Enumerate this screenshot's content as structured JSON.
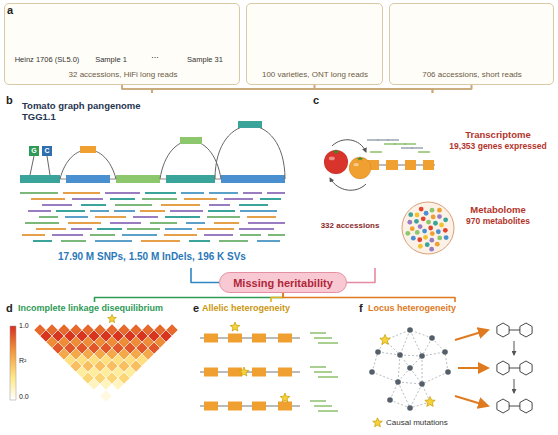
{
  "diagram": {
    "nodes": [
      {
        "text": [
          "Heinz 1706 (SL5.0)",
          "Sample 1",
          "...",
          "Sample 31",
          "32 accessions, HiFi long reads"
        ]
      },
      {
        "text": [
          "100 varieties, ONT long reads"
        ]
      },
      {
        "text": [
          "706 accessions, short reads"
        ]
      },
      {
        "text": [
          "Tomato graph pangenome TGG1.1",
          "17.90 M SNPs, 1.50 M InDels, 196 K SVs"
        ]
      },
      {
        "text": [
          "332 accessions",
          "Transcriptome",
          "19,353 genes expressed",
          "Metabolome",
          "970 metabolites"
        ]
      },
      {
        "text": [
          "Missing heritability"
        ]
      },
      {
        "text": [
          "Incomplete linkage disequilibrium"
        ]
      },
      {
        "text": [
          "Allelic heterogeneity"
        ]
      },
      {
        "text": [
          "Locus heterogeneity"
        ]
      }
    ],
    "edges": [
      {
        "from": 0,
        "to": 3,
        "arrow": "none"
      },
      {
        "from": 1,
        "to": 3,
        "arrow": "none"
      },
      {
        "from": 2,
        "to": 3,
        "arrow": "none"
      },
      {
        "from": 0,
        "to": 4,
        "arrow": "none"
      },
      {
        "from": 1,
        "to": 4,
        "arrow": "none"
      },
      {
        "from": 2,
        "to": 4,
        "arrow": "none"
      },
      {
        "from": 3,
        "to": 5,
        "arrow": "none"
      },
      {
        "from": 4,
        "to": 5,
        "arrow": "none"
      },
      {
        "from": 5,
        "to": 6,
        "arrow": "none"
      },
      {
        "from": 5,
        "to": 7,
        "arrow": "none"
      },
      {
        "from": 5,
        "to": 8,
        "arrow": "none"
      }
    ],
    "labels": [
      "a",
      "b",
      "c",
      "d",
      "e",
      "f",
      "G",
      "C",
      "1.0",
      "R²",
      "0.0"
    ],
    "legend": [
      {
        "text": "Causal mutations"
      }
    ]
  }
}
